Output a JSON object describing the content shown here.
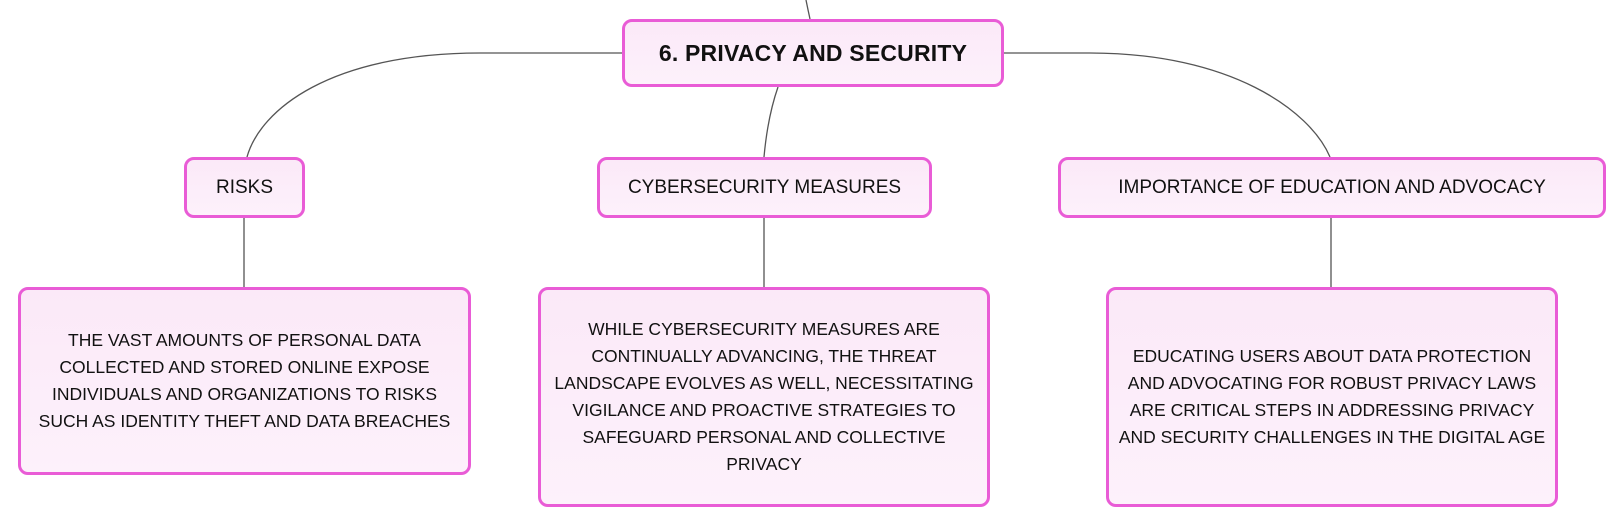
{
  "colors": {
    "node_border": "#e95cd6",
    "node_fill": "#fbe9f8",
    "connector": "#555555"
  },
  "root": {
    "label": "6. PRIVACY AND SECURITY"
  },
  "branches": [
    {
      "label": "RISKS",
      "detail": "THE VAST AMOUNTS OF PERSONAL DATA COLLECTED AND STORED ONLINE EXPOSE INDIVIDUALS AND ORGANIZATIONS TO RISKS SUCH AS IDENTITY THEFT AND DATA BREACHES"
    },
    {
      "label": "CYBERSECURITY MEASURES",
      "detail": "WHILE CYBERSECURITY MEASURES ARE CONTINUALLY ADVANCING, THE THREAT LANDSCAPE EVOLVES AS WELL, NECESSITATING VIGILANCE AND PROACTIVE STRATEGIES TO SAFEGUARD PERSONAL AND COLLECTIVE PRIVACY"
    },
    {
      "label": "IMPORTANCE OF EDUCATION AND ADVOCACY",
      "detail": "EDUCATING USERS ABOUT DATA PROTECTION AND ADVOCATING FOR ROBUST PRIVACY LAWS ARE CRITICAL STEPS IN ADDRESSING PRIVACY AND SECURITY CHALLENGES IN THE DIGITAL AGE"
    }
  ]
}
